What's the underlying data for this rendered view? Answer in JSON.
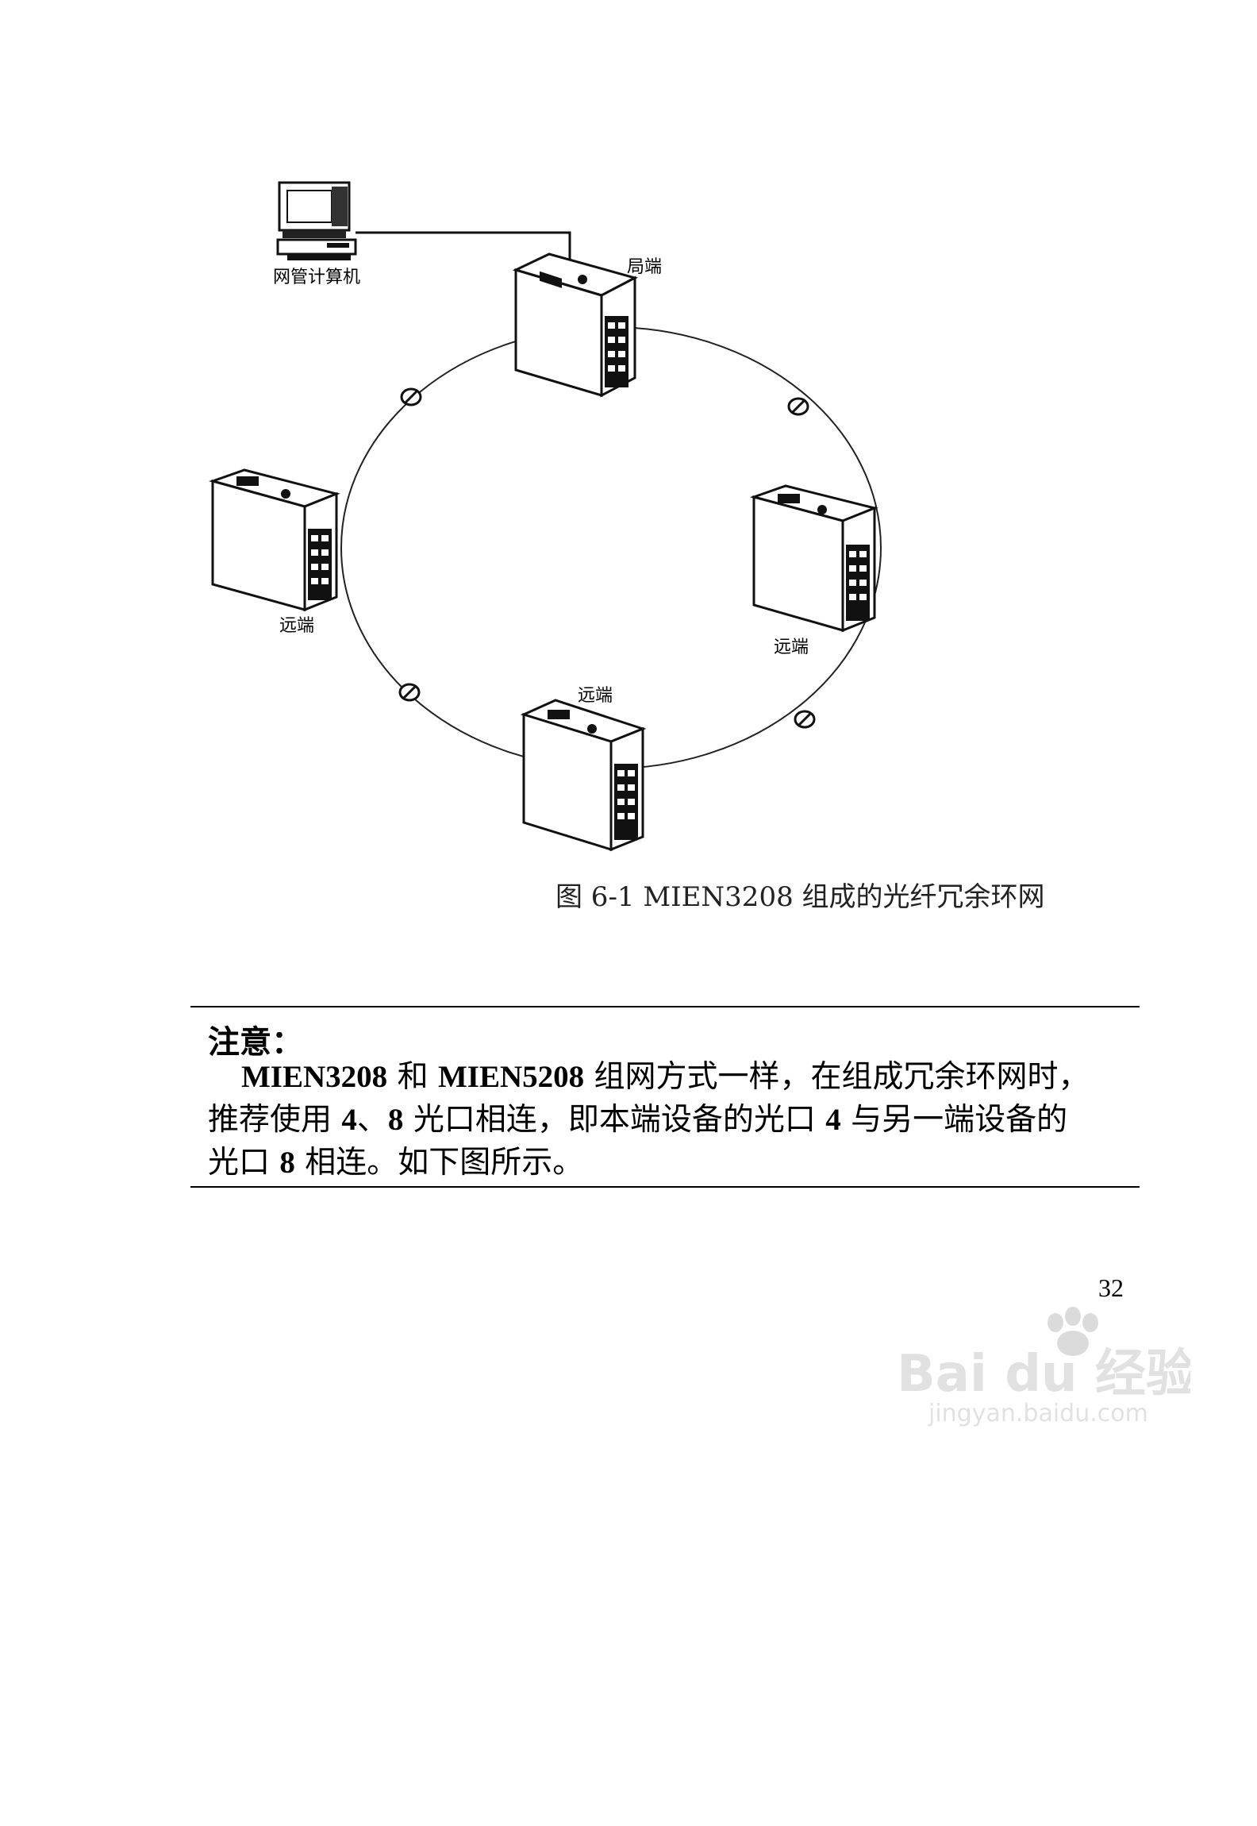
{
  "figure": {
    "nodes": {
      "computer_label": "网管计算机",
      "local_label": "局端",
      "remote_left_label": "远端",
      "remote_right_label": "远端",
      "remote_bottom_label": "远端"
    },
    "caption": "图 6-1 MIEN3208 组成的光纤冗余环网"
  },
  "note": {
    "title": "注意：",
    "lines": [
      [
        {
          "text": "MIEN3208",
          "bold": true
        },
        {
          "text": " 和 ",
          "bold": false
        },
        {
          "text": "MIEN5208",
          "bold": true
        },
        {
          "text": " 组网方式一样，在组成冗余环网时，",
          "bold": false
        }
      ],
      [
        {
          "text": "推荐使用 ",
          "bold": false
        },
        {
          "text": "4",
          "bold": true
        },
        {
          "text": "、",
          "bold": false
        },
        {
          "text": "8",
          "bold": true
        },
        {
          "text": " 光口相连，即本端设备的光口 ",
          "bold": false
        },
        {
          "text": "4",
          "bold": true
        },
        {
          "text": " 与另一端设备的",
          "bold": false
        }
      ],
      [
        {
          "text": "光口 ",
          "bold": false
        },
        {
          "text": "8",
          "bold": true
        },
        {
          "text": " 相连。如下图所示。",
          "bold": false
        }
      ]
    ]
  },
  "page_number": "32",
  "watermark": {
    "brand": "Bai du 经验",
    "url": "jingyan.baidu.com"
  }
}
